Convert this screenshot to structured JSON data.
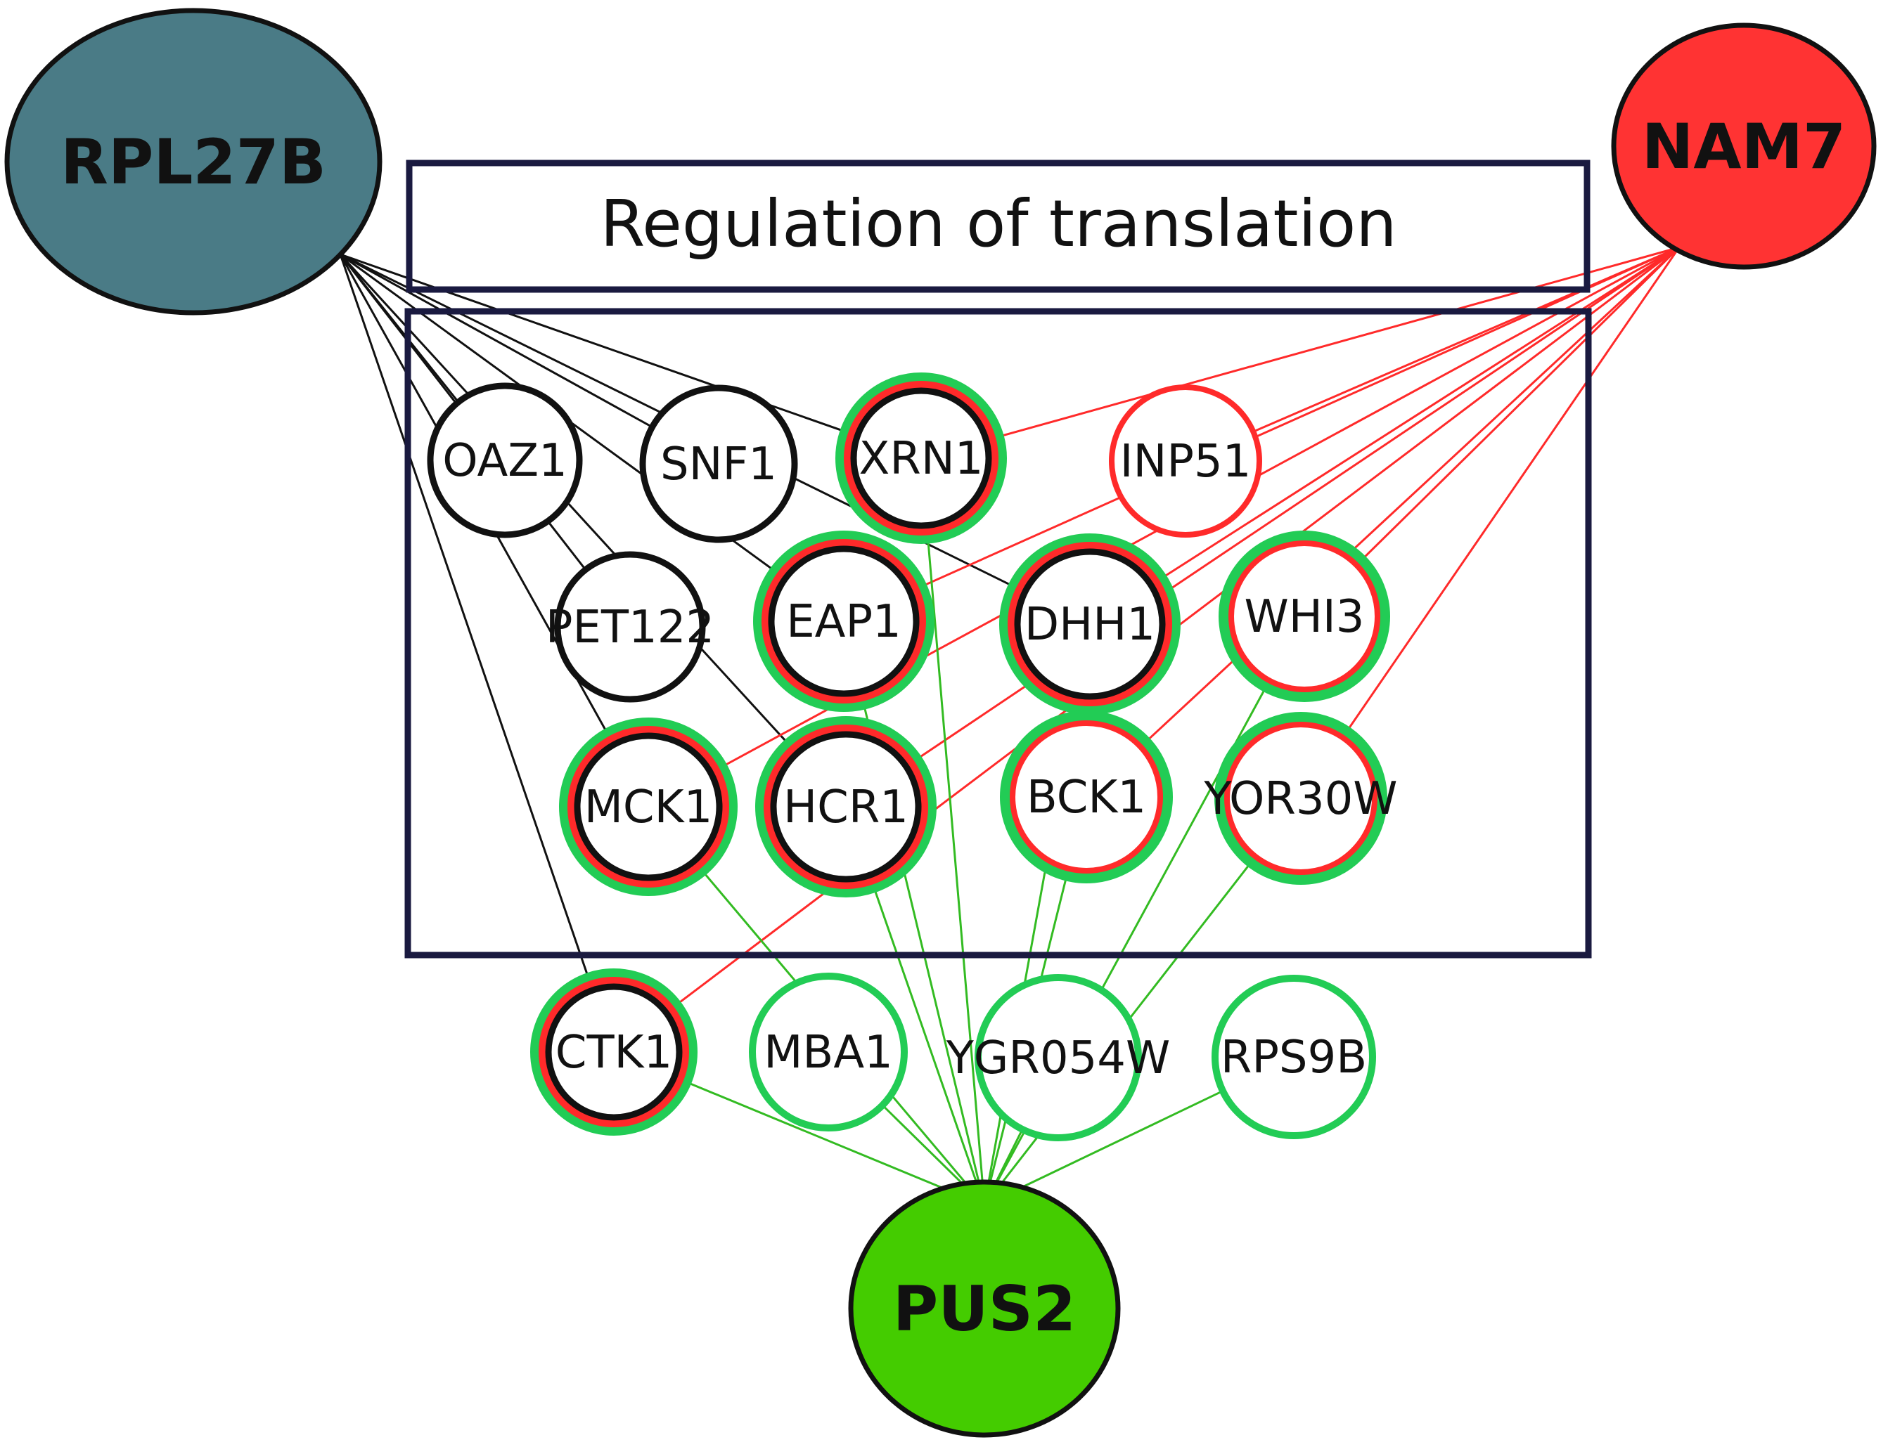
{
  "title": "Regulation of translation",
  "colors": {
    "black": "#111111",
    "red": "#ff2a2a",
    "green": "#22cc55",
    "edge_green": "#33bb22",
    "box": "#1a1a40",
    "rpl27b_fill": "#4a7b86",
    "nam7_fill": "#ff3333",
    "pus2_fill": "#44cc00"
  },
  "hubs": [
    {
      "id": "RPL27B",
      "label": "RPL27B"
    },
    {
      "id": "NAM7",
      "label": "NAM7"
    },
    {
      "id": "PUS2",
      "label": "PUS2"
    }
  ],
  "genes": [
    {
      "id": "OAZ1",
      "label": "OAZ1",
      "rings": [
        "black"
      ]
    },
    {
      "id": "SNF1",
      "label": "SNF1",
      "rings": [
        "black"
      ]
    },
    {
      "id": "XRN1",
      "label": "XRN1",
      "rings": [
        "green",
        "red",
        "black"
      ]
    },
    {
      "id": "INP51",
      "label": "INP51",
      "rings": [
        "red"
      ]
    },
    {
      "id": "PET122",
      "label": "PET122",
      "rings": [
        "black"
      ]
    },
    {
      "id": "EAP1",
      "label": "EAP1",
      "rings": [
        "green",
        "red",
        "black"
      ]
    },
    {
      "id": "DHH1",
      "label": "DHH1",
      "rings": [
        "green",
        "red",
        "black"
      ]
    },
    {
      "id": "WHI3",
      "label": "WHI3",
      "rings": [
        "green",
        "red"
      ]
    },
    {
      "id": "MCK1",
      "label": "MCK1",
      "rings": [
        "green",
        "red",
        "black"
      ]
    },
    {
      "id": "HCR1",
      "label": "HCR1",
      "rings": [
        "green",
        "red",
        "black"
      ]
    },
    {
      "id": "BCK1",
      "label": "BCK1",
      "rings": [
        "green",
        "red"
      ]
    },
    {
      "id": "YOR30W",
      "label": "YOR30W",
      "rings": [
        "green",
        "red"
      ]
    },
    {
      "id": "CTK1",
      "label": "CTK1",
      "rings": [
        "green",
        "red",
        "black"
      ]
    },
    {
      "id": "MBA1",
      "label": "MBA1",
      "rings": [
        "green"
      ]
    },
    {
      "id": "YGR054W",
      "label": "YGR054W",
      "rings": [
        "green"
      ]
    },
    {
      "id": "RPS9B",
      "label": "RPS9B",
      "rings": [
        "green"
      ]
    }
  ],
  "edges": {
    "RPL27B": [
      "OAZ1",
      "SNF1",
      "XRN1",
      "PET122",
      "EAP1",
      "DHH1",
      "MCK1",
      "HCR1",
      "CTK1"
    ],
    "NAM7": [
      "XRN1",
      "INP51",
      "EAP1",
      "DHH1",
      "WHI3",
      "MCK1",
      "HCR1",
      "BCK1",
      "YOR30W",
      "CTK1"
    ],
    "PUS2": [
      "XRN1",
      "EAP1",
      "DHH1",
      "WHI3",
      "MCK1",
      "HCR1",
      "BCK1",
      "YOR30W",
      "CTK1",
      "MBA1",
      "YGR054W",
      "RPS9B"
    ]
  }
}
